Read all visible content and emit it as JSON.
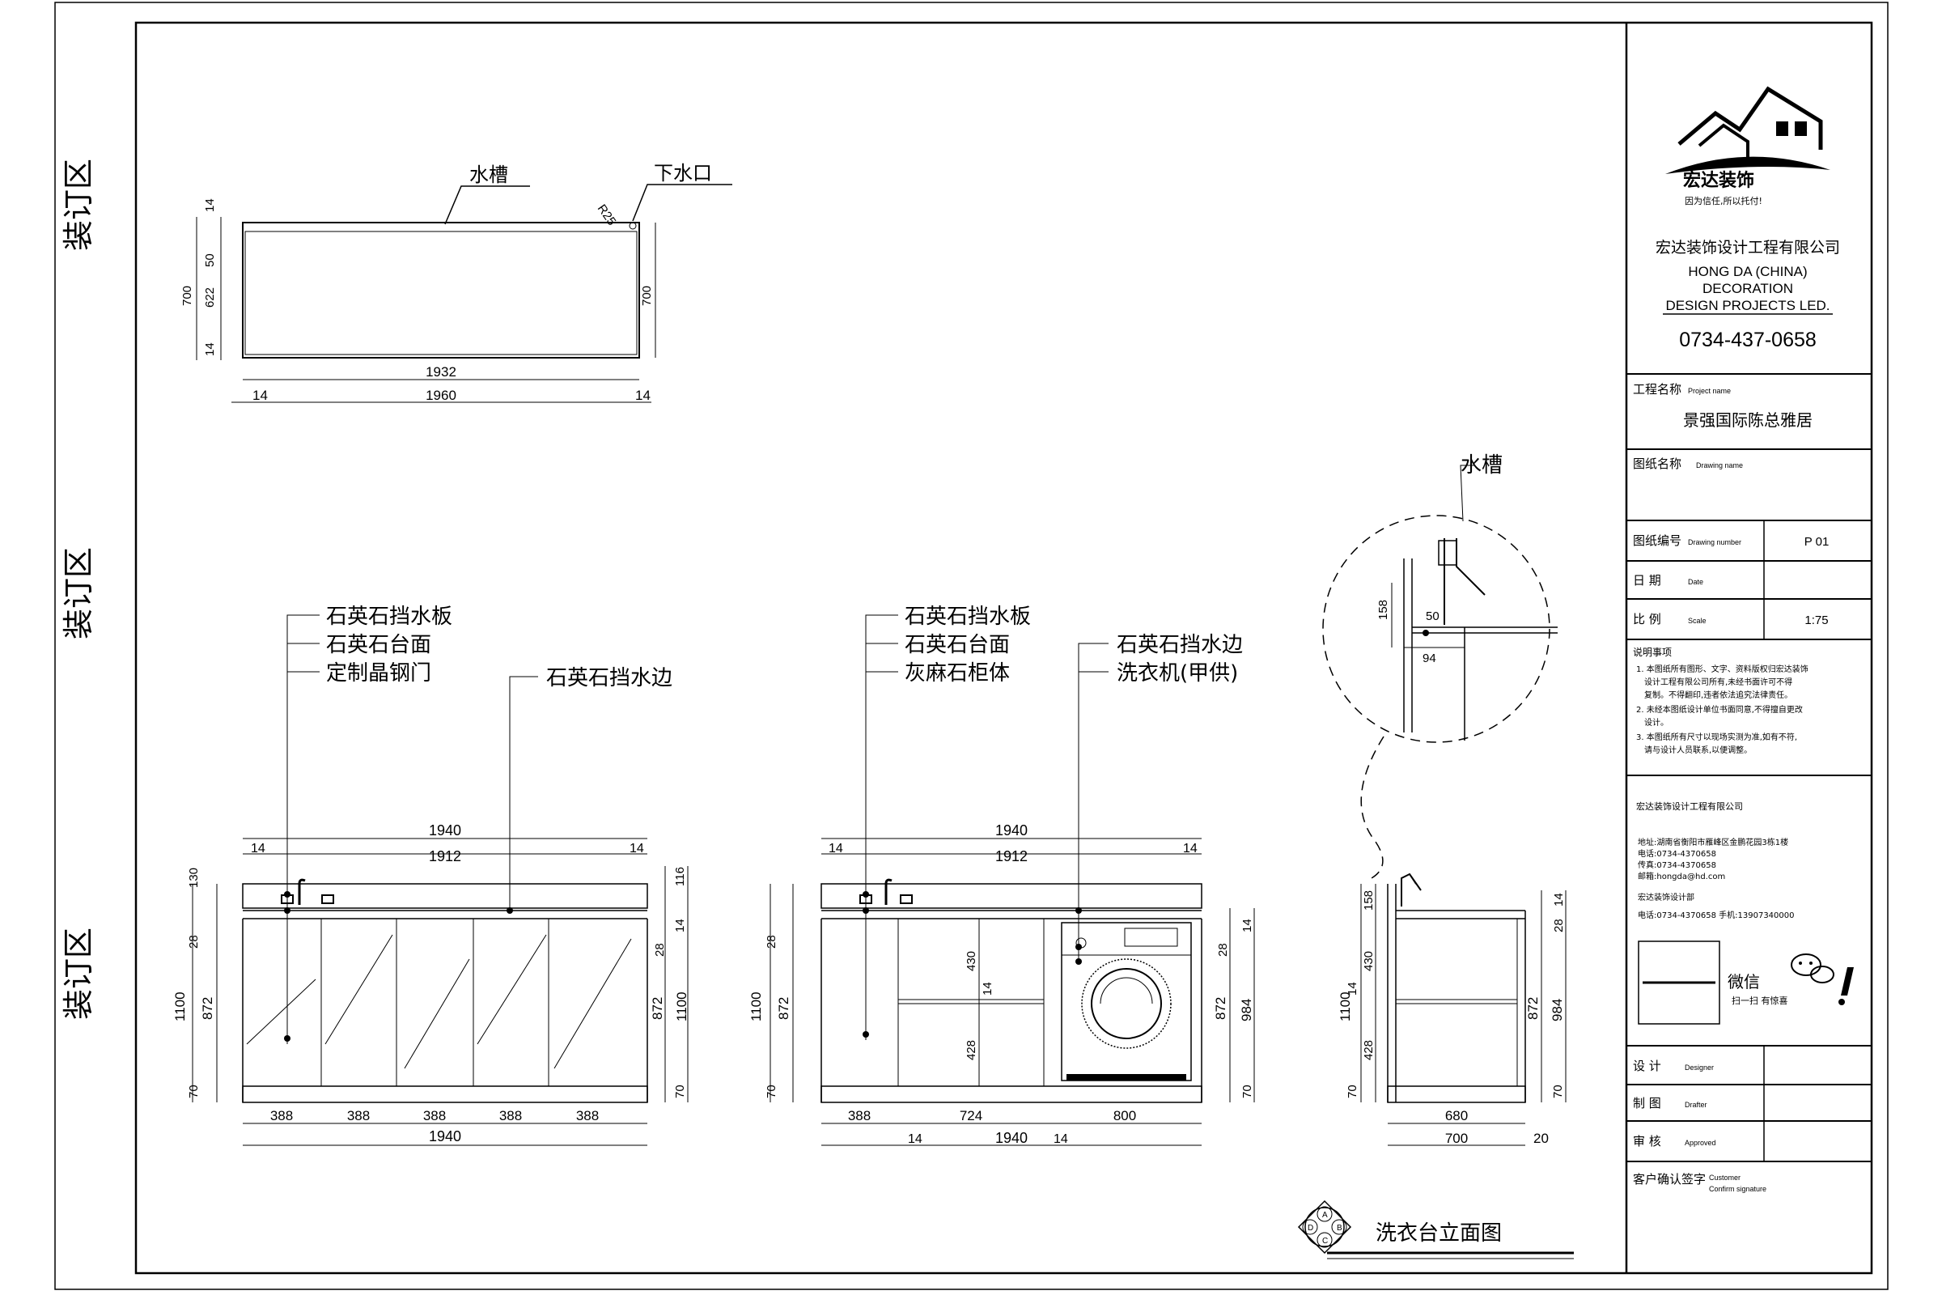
{
  "binding": {
    "label_top": "装订区",
    "label_mid": "装订区",
    "label_bot": "装订区"
  },
  "company": {
    "logo_text": "宏达装饰",
    "slogan": "因为信任,所以托付!",
    "name_cn": "宏达装饰设计工程有限公司",
    "name_en_1": "HONG DA (CHINA)",
    "name_en_2": "DECORATION",
    "name_en_3": "DESIGN PROJECTS LED.",
    "phone": "0734-437-0658"
  },
  "titleblock": {
    "project_label": "工程名称",
    "project_label_en": "Project name",
    "project_name": "景强国际陈总雅居",
    "drawing_label": "图纸名称",
    "drawing_label_en": "Drawing name",
    "number_label": "图纸编号",
    "number_label_en": "Drawing number",
    "number_value": "P 01",
    "date_label": "日 期",
    "date_label_en": "Date",
    "scale_label": "比 例",
    "scale_label_en": "Scale",
    "scale_value": "1:75",
    "notes_title": "说明事项",
    "notes": [
      "1. 本图纸所有图形、文字、资料版权归宏达装饰",
      "设计工程有限公司所有,未经书面许可不得",
      "复制。不得翻印,违者依法追究法律责任。",
      "2. 未经本图纸设计单位书面同意,不得擅自更改",
      "设计。",
      "3. 本图纸所有尺寸以现场实测为准,如有不符,",
      "请与设计人员联系,以便调整。"
    ],
    "office_title": "宏达装饰设计工程有限公司",
    "office_lines": [
      "地址:湖南省衡阳市雁峰区金鹏花园3栋1楼",
      "电话:0734-4370658",
      "传真:0734-4370658",
      "邮箱:hongda@hd.com",
      "宏达装饰设计部",
      "电话:0734-4370658 手机:13907340000"
    ],
    "wechat_label": "微信",
    "wechat_sub": "扫一扫 有惊喜",
    "designer_label": "设 计",
    "designer_label_en": "Designer",
    "drafter_label": "制 图",
    "drafter_label_en": "Drafter",
    "approver_label": "审 核",
    "approver_label_en": "Approved",
    "client_label": "客户确认签字",
    "client_label_en_1": "Customer",
    "client_label_en_2": "Confirm signature"
  },
  "drawing": {
    "title": "洗衣台立面图",
    "symbol": [
      "D",
      "A",
      "B",
      "C"
    ],
    "plan": {
      "callout_sink": "水槽",
      "callout_drain": "下水口",
      "radius": "R25",
      "dims": {
        "d14a": "14",
        "d50": "50",
        "d622": "622",
        "d14b": "14",
        "d700l": "700",
        "d700r": "700",
        "d1932": "1932",
        "d1960": "1960",
        "d14l": "14",
        "d14r": "14"
      }
    },
    "elev1": {
      "labels": [
        "石英石挡水板",
        "石英石台面",
        "定制晶钢门"
      ],
      "label_edge": "石英石挡水边",
      "dims": {
        "top1940": "1940",
        "top1912": "1912",
        "t14l": "14",
        "t14r": "14",
        "l1100": "1100",
        "l130": "130",
        "l28": "28",
        "l872": "872",
        "l70": "70",
        "r116": "116",
        "r28": "28",
        "r14": "14",
        "r872": "872",
        "r1100": "1100",
        "r70": "70",
        "b1940": "1940"
      },
      "bottom_doors": [
        "388",
        "388",
        "388",
        "388",
        "388"
      ]
    },
    "elev2": {
      "labels": [
        "石英石挡水板",
        "石英石台面",
        "灰麻石柜体"
      ],
      "labels_right": [
        "石英石挡水边",
        "洗衣机(甲供)"
      ],
      "dims": {
        "top1940": "1940",
        "top1912": "1912",
        "t14l": "14",
        "t14r": "14",
        "l1100": "1100",
        "l28": "28",
        "l872": "872",
        "l70": "70",
        "i430": "430",
        "i14": "14",
        "i428": "428",
        "r28": "28",
        "r14": "14",
        "r872": "872",
        "r984": "984",
        "r70": "70",
        "b388": "388",
        "b724": "724",
        "b800": "800",
        "b14a": "14",
        "b1940": "1940",
        "b14b": "14"
      }
    },
    "section": {
      "callout_sink": "水槽",
      "detail": {
        "d158": "158",
        "d50": "50",
        "d94": "94"
      },
      "dims": {
        "l1100": "1100",
        "l158": "158",
        "l430": "430",
        "l14": "14",
        "l428": "428",
        "l70": "70",
        "r14": "14",
        "r28": "28",
        "r872": "872",
        "r984": "984",
        "r70": "70",
        "b680": "680",
        "b700": "700",
        "b20": "20"
      }
    }
  },
  "colors": {
    "line": "#000000",
    "paper": "#ffffff"
  }
}
